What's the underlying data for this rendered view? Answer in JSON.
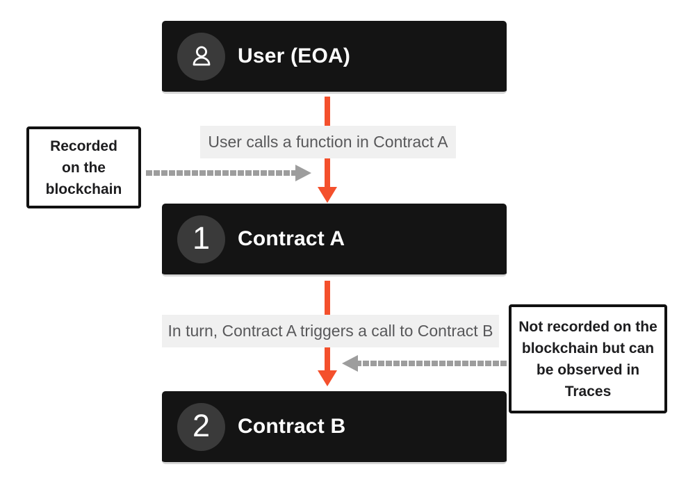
{
  "diagram": {
    "title_implicit": "Contract call flow",
    "colors": {
      "node_background": "#141414",
      "badge_circle": "#3a3a3a",
      "accent_orange": "#f4502c",
      "arrow_gray": "#9d9d9d",
      "edge_label_background": "#f0f0f0",
      "edge_label_text": "#58585a",
      "annotation_border": "#111111",
      "annotation_text": "#1d1d1f",
      "page_background": "#ffffff"
    },
    "nodes": [
      {
        "id": "user",
        "title": "User (EOA)",
        "badge": "user-icon"
      },
      {
        "id": "contract-a",
        "title": "Contract A",
        "badge": "1"
      },
      {
        "id": "contract-b",
        "title": "Contract B",
        "badge": "2"
      }
    ],
    "edge_labels": [
      {
        "text": "User calls a function in Contract A"
      },
      {
        "text": "In turn, Contract A triggers a call to Contract B"
      }
    ],
    "annotations": [
      {
        "side": "left",
        "text": "Recorded on the blockchain",
        "lines": [
          "Recorded",
          "on the",
          "blockchain"
        ]
      },
      {
        "side": "right",
        "text": "Not recorded on the blockchain but can be observed in Traces",
        "lines": [
          "Not recorded on the",
          "blockchain but can",
          "be observed in",
          "Traces"
        ]
      }
    ]
  }
}
